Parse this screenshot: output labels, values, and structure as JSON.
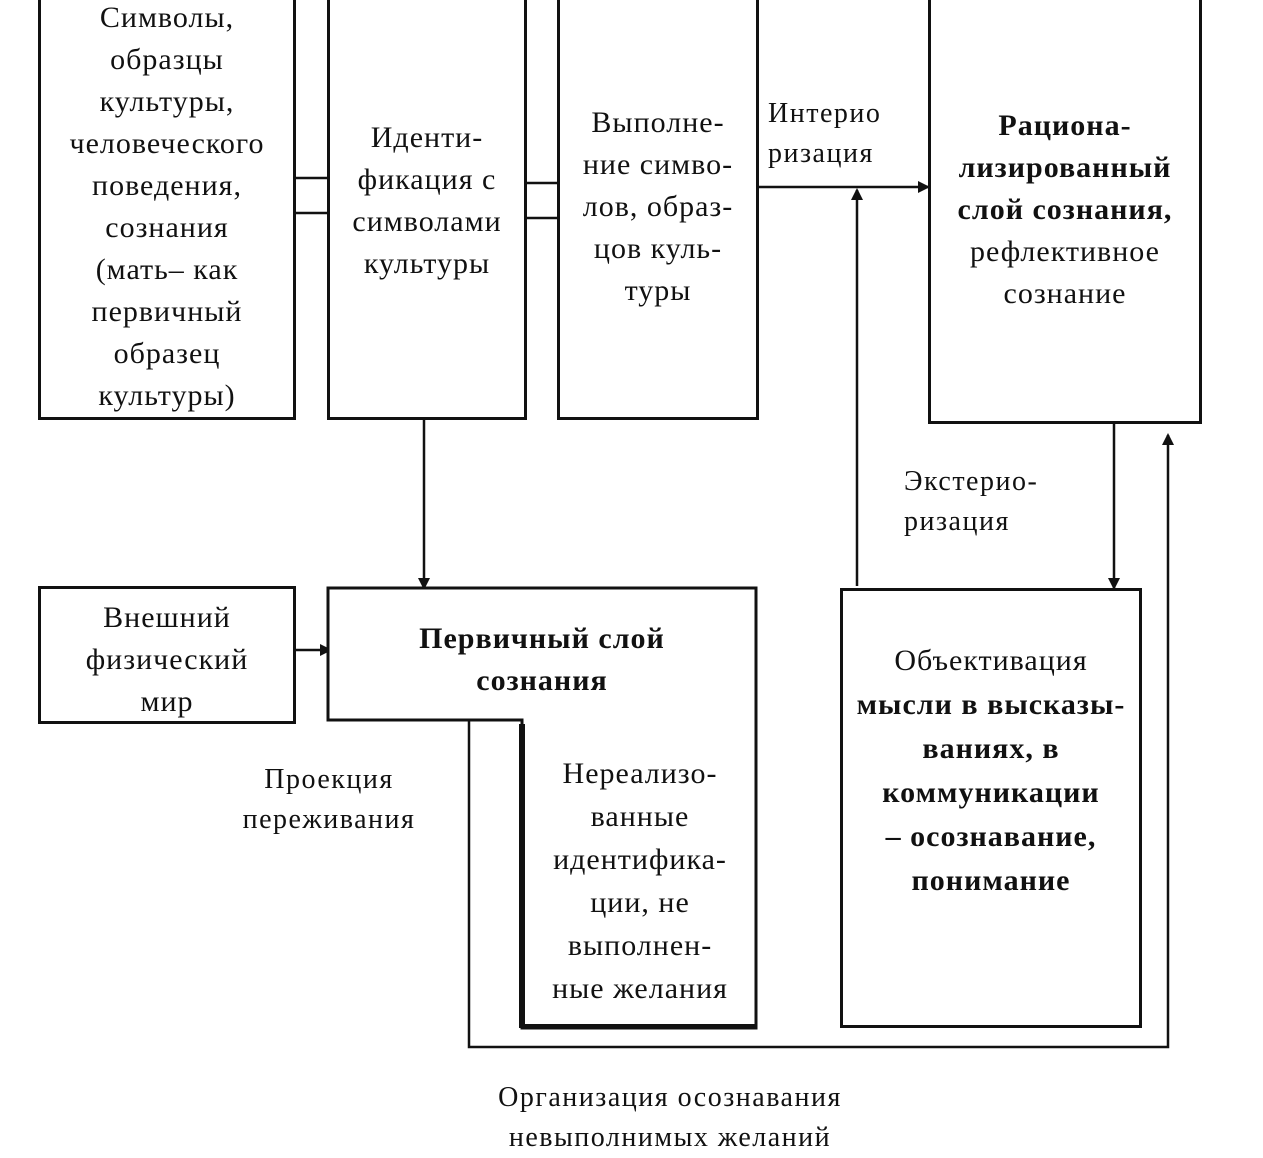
{
  "boxes": {
    "symbols": [
      "Символы,",
      "образцы",
      "культуры,",
      "человеческого",
      "поведения,",
      "сознания",
      "(мать– как",
      "первичный",
      "образец",
      "культуры)"
    ],
    "identification": [
      "Иденти-",
      "фикация с",
      "символами",
      "культуры"
    ],
    "performance": [
      "Выполне-",
      "ние симво-",
      "лов, образ-",
      "цов куль-",
      "туры"
    ],
    "rational": {
      "bold": [
        "Рациона-",
        "лизированный",
        "слой сознания,"
      ],
      "normal": [
        "рефлективное",
        "сознание"
      ]
    },
    "external": [
      "Внешний",
      "физический",
      "мир"
    ],
    "primary": {
      "bold": [
        "Первичный слой",
        "сознания"
      ],
      "sub": [
        "Нереализо-",
        "ванные",
        "идентифика-",
        "ции, не",
        "выполнен-",
        "ные желания"
      ]
    },
    "objectivation": [
      "Объективация",
      "мысли в высказы-",
      "ваниях, в",
      "коммуникации",
      "– осознавание,",
      "понимание"
    ]
  },
  "labels": {
    "interiorization": [
      "Интерио",
      "ризация"
    ],
    "exteriorization": [
      "Экстерио-",
      "ризация"
    ],
    "projection": [
      "Проекция",
      "переживания"
    ],
    "organization": [
      "Организация осознавания",
      "невыполнимых желаний"
    ]
  }
}
